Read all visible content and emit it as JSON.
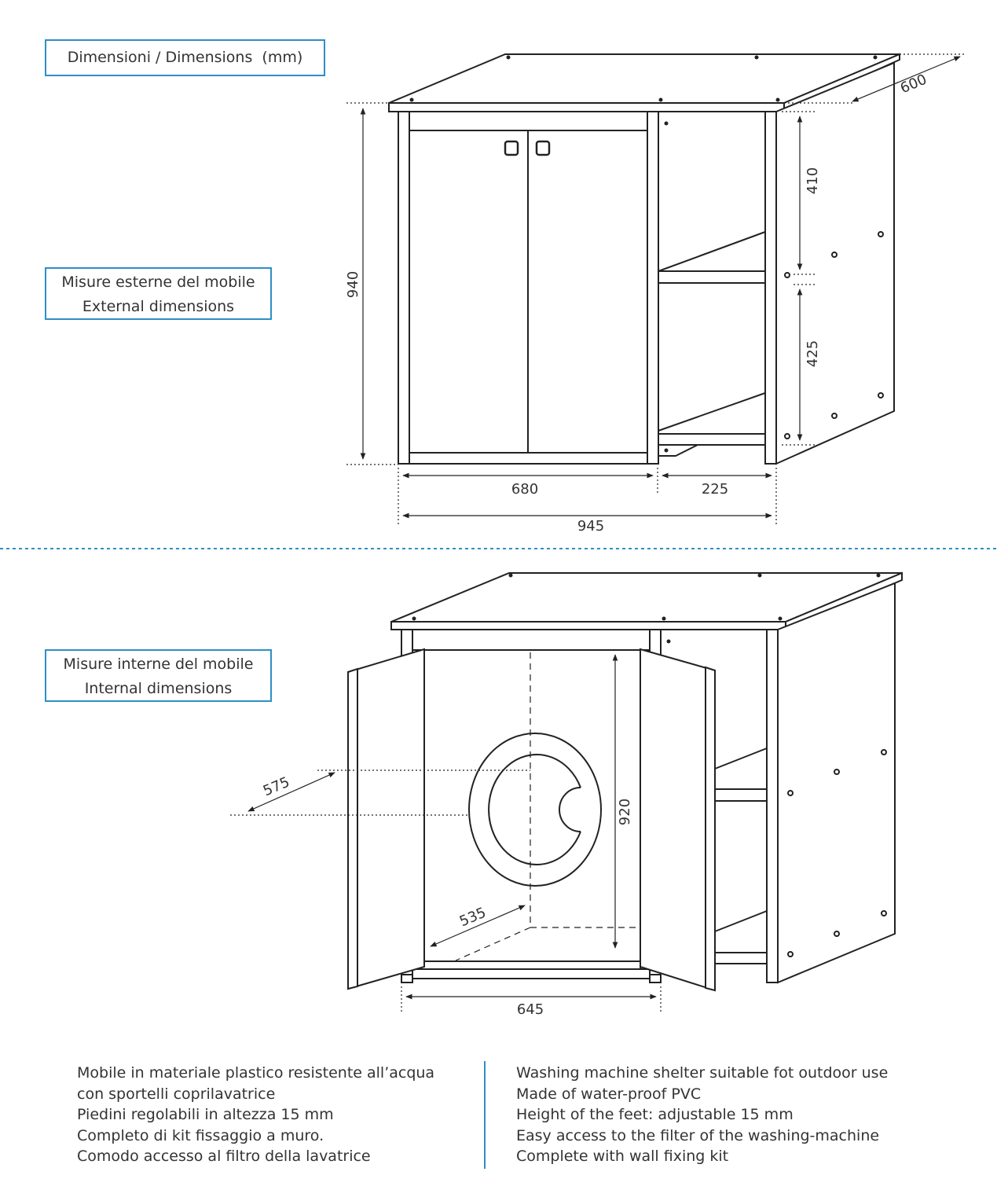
{
  "header": {
    "title": "Dimensioni / Dimensions  (mm)"
  },
  "external": {
    "label_it": "Misure esterne del mobile",
    "label_en": "External dimensions",
    "height": "940",
    "depth": "600",
    "shelf_top": "410",
    "shelf_bottom": "425",
    "left_width": "680",
    "right_width": "225",
    "total_width": "945"
  },
  "internal": {
    "label_it": "Misure interne del mobile",
    "label_en": "Internal dimensions",
    "depth_front": "575",
    "height": "920",
    "depth_floor": "535",
    "width": "645"
  },
  "description": {
    "it": [
      "Mobile in materiale plastico resistente all’acqua",
      "con sportelli coprilavatrice",
      "Piedini regolabili in altezza 15 mm",
      "Completo di kit fissaggio a muro.",
      "Comodo accesso al filtro della lavatrice"
    ],
    "en": [
      "Washing machine shelter suitable fot outdoor use",
      "Made of water-proof PVC",
      "Height of the feet: adjustable 15 mm",
      "Easy access to the filter of the washing-machine",
      "Complete with wall fixing kit"
    ]
  },
  "colors": {
    "accent": "#2e8fc4",
    "line": "#222222"
  }
}
